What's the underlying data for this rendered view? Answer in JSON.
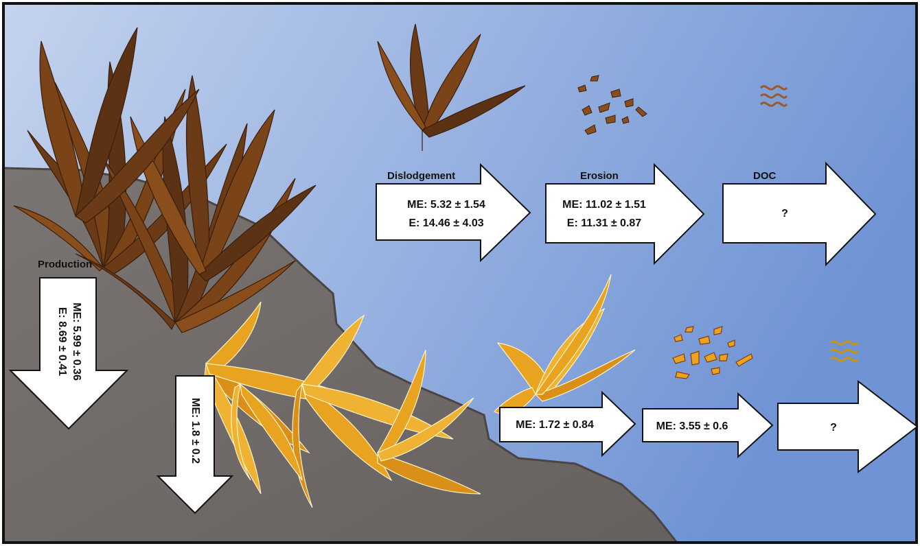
{
  "colors": {
    "water_top_left": "#c4d3ee",
    "water_right": "#6f93d4",
    "rock": "#716b69",
    "kelp_dark": "#5c3214",
    "kelp_mid": "#7a4318",
    "kelp_golden": "#e8a321",
    "arrow_fill": "#ffffff",
    "arrow_stroke": "#111111"
  },
  "labels": {
    "production": "Production",
    "dislodgement": "Dislodgement",
    "erosion": "Erosion",
    "doc": "DOC"
  },
  "top_row": {
    "dislodgement": {
      "me": "ME: 5.32 ± 1.54",
      "e": "E: 14.46 ± 4.03"
    },
    "erosion": {
      "me": "ME: 11.02 ± 1.51",
      "e": "E: 11.31 ± 0.87"
    },
    "doc": {
      "value": "?"
    }
  },
  "bottom_row": {
    "dislodgement": {
      "me": "ME: 1.72 ± 0.84"
    },
    "erosion": {
      "me": "ME: 3.55 ± 0.6"
    },
    "doc": {
      "value": "?"
    }
  },
  "production": {
    "dark_kelp": {
      "me": "ME: 5.99 ± 0.36",
      "e": "E: 8.69 ± 0.41"
    },
    "golden_kelp": {
      "me": "ME: 1.8 ± 0.2"
    }
  },
  "icons": [
    "dark-kelp-plant-icon",
    "golden-kelp-plant-icon",
    "kelp-fragments-icon",
    "doc-wave-icon"
  ]
}
